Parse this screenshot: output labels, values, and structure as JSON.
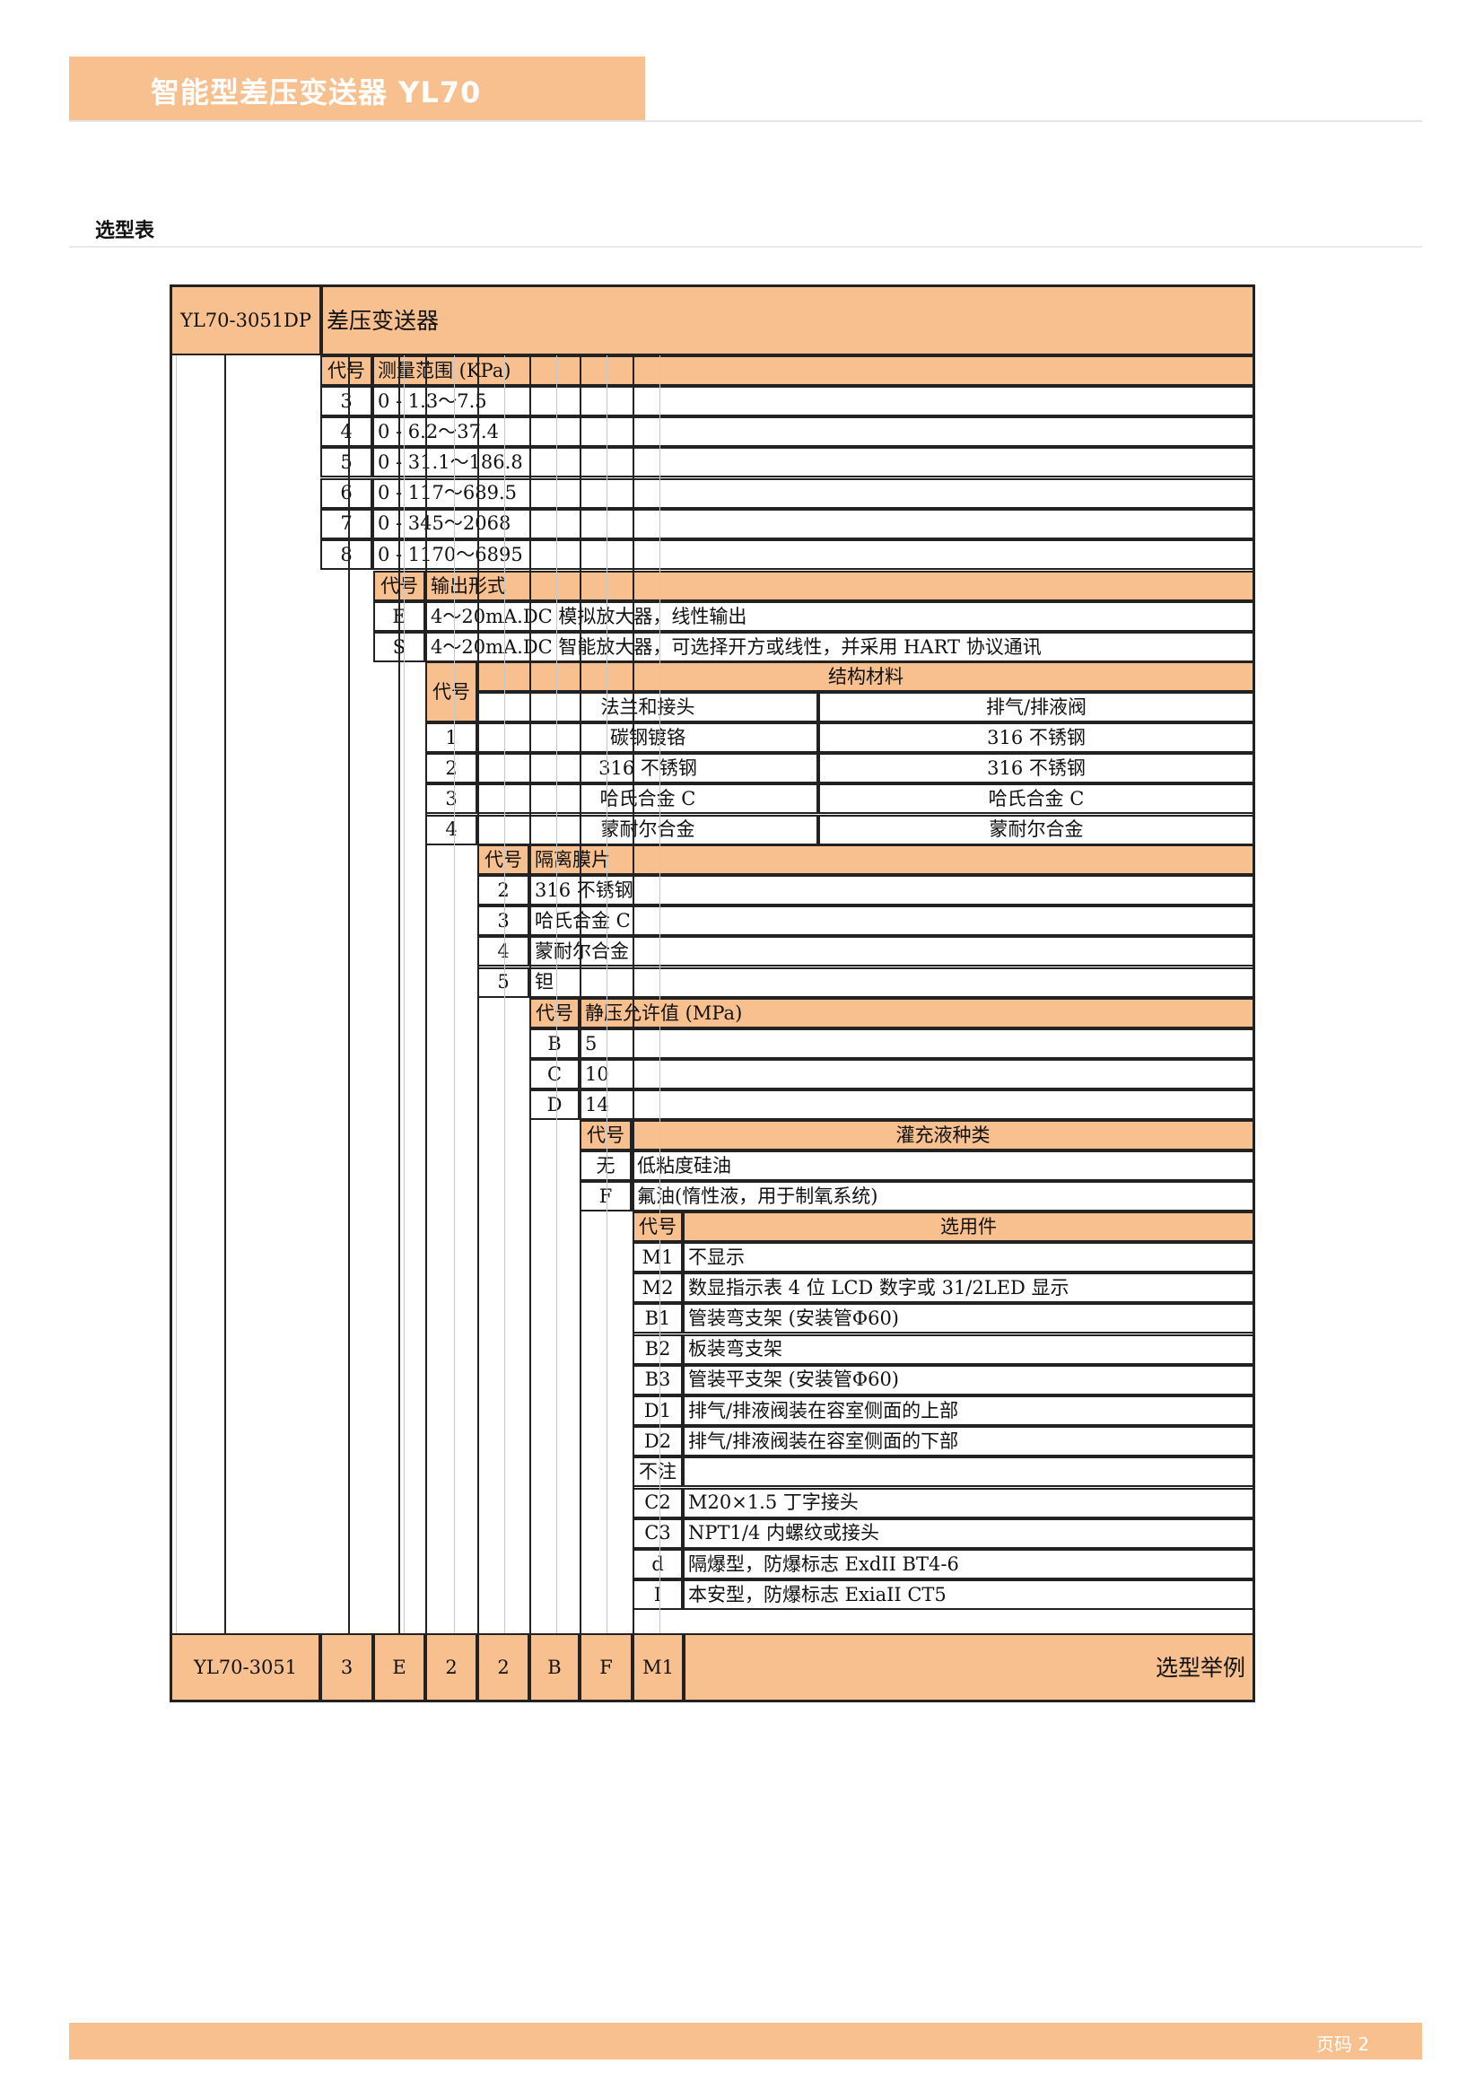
{
  "header": {
    "title": "智能型差压变送器 YL70"
  },
  "section": {
    "title": "选型表"
  },
  "footer": {
    "page": "页码 2"
  },
  "model": {
    "code": "YL70-3051DP",
    "name": "差压变送器"
  },
  "col_code_label": "代号",
  "range": {
    "title": "测量范围 (KPa)",
    "rows": [
      {
        "code": "3",
        "text": "0 - 1.3～7.5"
      },
      {
        "code": "4",
        "text": "0 - 6.2～37.4"
      },
      {
        "code": "5",
        "text": "0 - 31.1～186.8"
      },
      {
        "code": "6",
        "text": "0 - 117～689.5"
      },
      {
        "code": "7",
        "text": "0 - 345～2068"
      },
      {
        "code": "8",
        "text": "0 - 1170～6895"
      }
    ]
  },
  "output": {
    "title": "输出形式",
    "rows": [
      {
        "code": "E",
        "text": "4～20mA.DC 模拟放大器，线性输出"
      },
      {
        "code": "S",
        "text": "4～20mA.DC 智能放大器，可选择开方或线性，并采用 HART 协议通讯"
      }
    ]
  },
  "material": {
    "title": "结构材料",
    "col1": "法兰和接头",
    "col2": "排气/排液阀",
    "rows": [
      {
        "code": "1",
        "a": "碳钢镀铬",
        "b": "316 不锈钢"
      },
      {
        "code": "2",
        "a": "316 不锈钢",
        "b": "316 不锈钢"
      },
      {
        "code": "3",
        "a": "哈氏合金 C",
        "b": "哈氏合金 C"
      },
      {
        "code": "4",
        "a": "蒙耐尔合金",
        "b": "蒙耐尔合金"
      }
    ]
  },
  "diaphragm": {
    "title": "隔离膜片",
    "rows": [
      {
        "code": "2",
        "text": "316 不锈钢"
      },
      {
        "code": "3",
        "text": "哈氏合金 C"
      },
      {
        "code": "4",
        "text": "蒙耐尔合金"
      },
      {
        "code": "5",
        "text": "钽"
      }
    ]
  },
  "pressure": {
    "title": "静压允许值 (MPa)",
    "rows": [
      {
        "code": "B",
        "text": "5"
      },
      {
        "code": "C",
        "text": "10"
      },
      {
        "code": "D",
        "text": "14"
      }
    ]
  },
  "fill": {
    "title": "灌充液种类",
    "rows": [
      {
        "code": "无",
        "text": "低粘度硅油"
      },
      {
        "code": "F",
        "text": "氟油(惰性液，用于制氧系统)"
      }
    ]
  },
  "options": {
    "title": "选用件",
    "rows": [
      {
        "code": "M1",
        "text": "不显示"
      },
      {
        "code": "M2",
        "text": "数显指示表      4 位 LCD 数字或 31/2LED 显示"
      },
      {
        "code": "B1",
        "text": "管装弯支架       (安装管Φ60)"
      },
      {
        "code": "B2",
        "text": "板装弯支架"
      },
      {
        "code": "B3",
        "text": "管装平支架           (安装管Φ60)"
      },
      {
        "code": "D1",
        "text": "排气/排液阀装在容室侧面的上部"
      },
      {
        "code": "D2",
        "text": "排气/排液阀装在容室侧面的下部"
      },
      {
        "code": "不注",
        "text": ""
      },
      {
        "code": "C2",
        "text": "M20×1.5 丁字接头"
      },
      {
        "code": "C3",
        "text": "NPT1/4 内螺纹或接头"
      },
      {
        "code": "d",
        "text": "隔爆型，防爆标志 ExdII BT4-6"
      },
      {
        "code": "I",
        "text": "本安型，防爆标志 ExiaII CT5"
      }
    ]
  },
  "example": {
    "codes": [
      "YL70-3051",
      "3",
      "E",
      "2",
      "2",
      "B",
      "F",
      "M1"
    ],
    "label": "选型举例"
  }
}
